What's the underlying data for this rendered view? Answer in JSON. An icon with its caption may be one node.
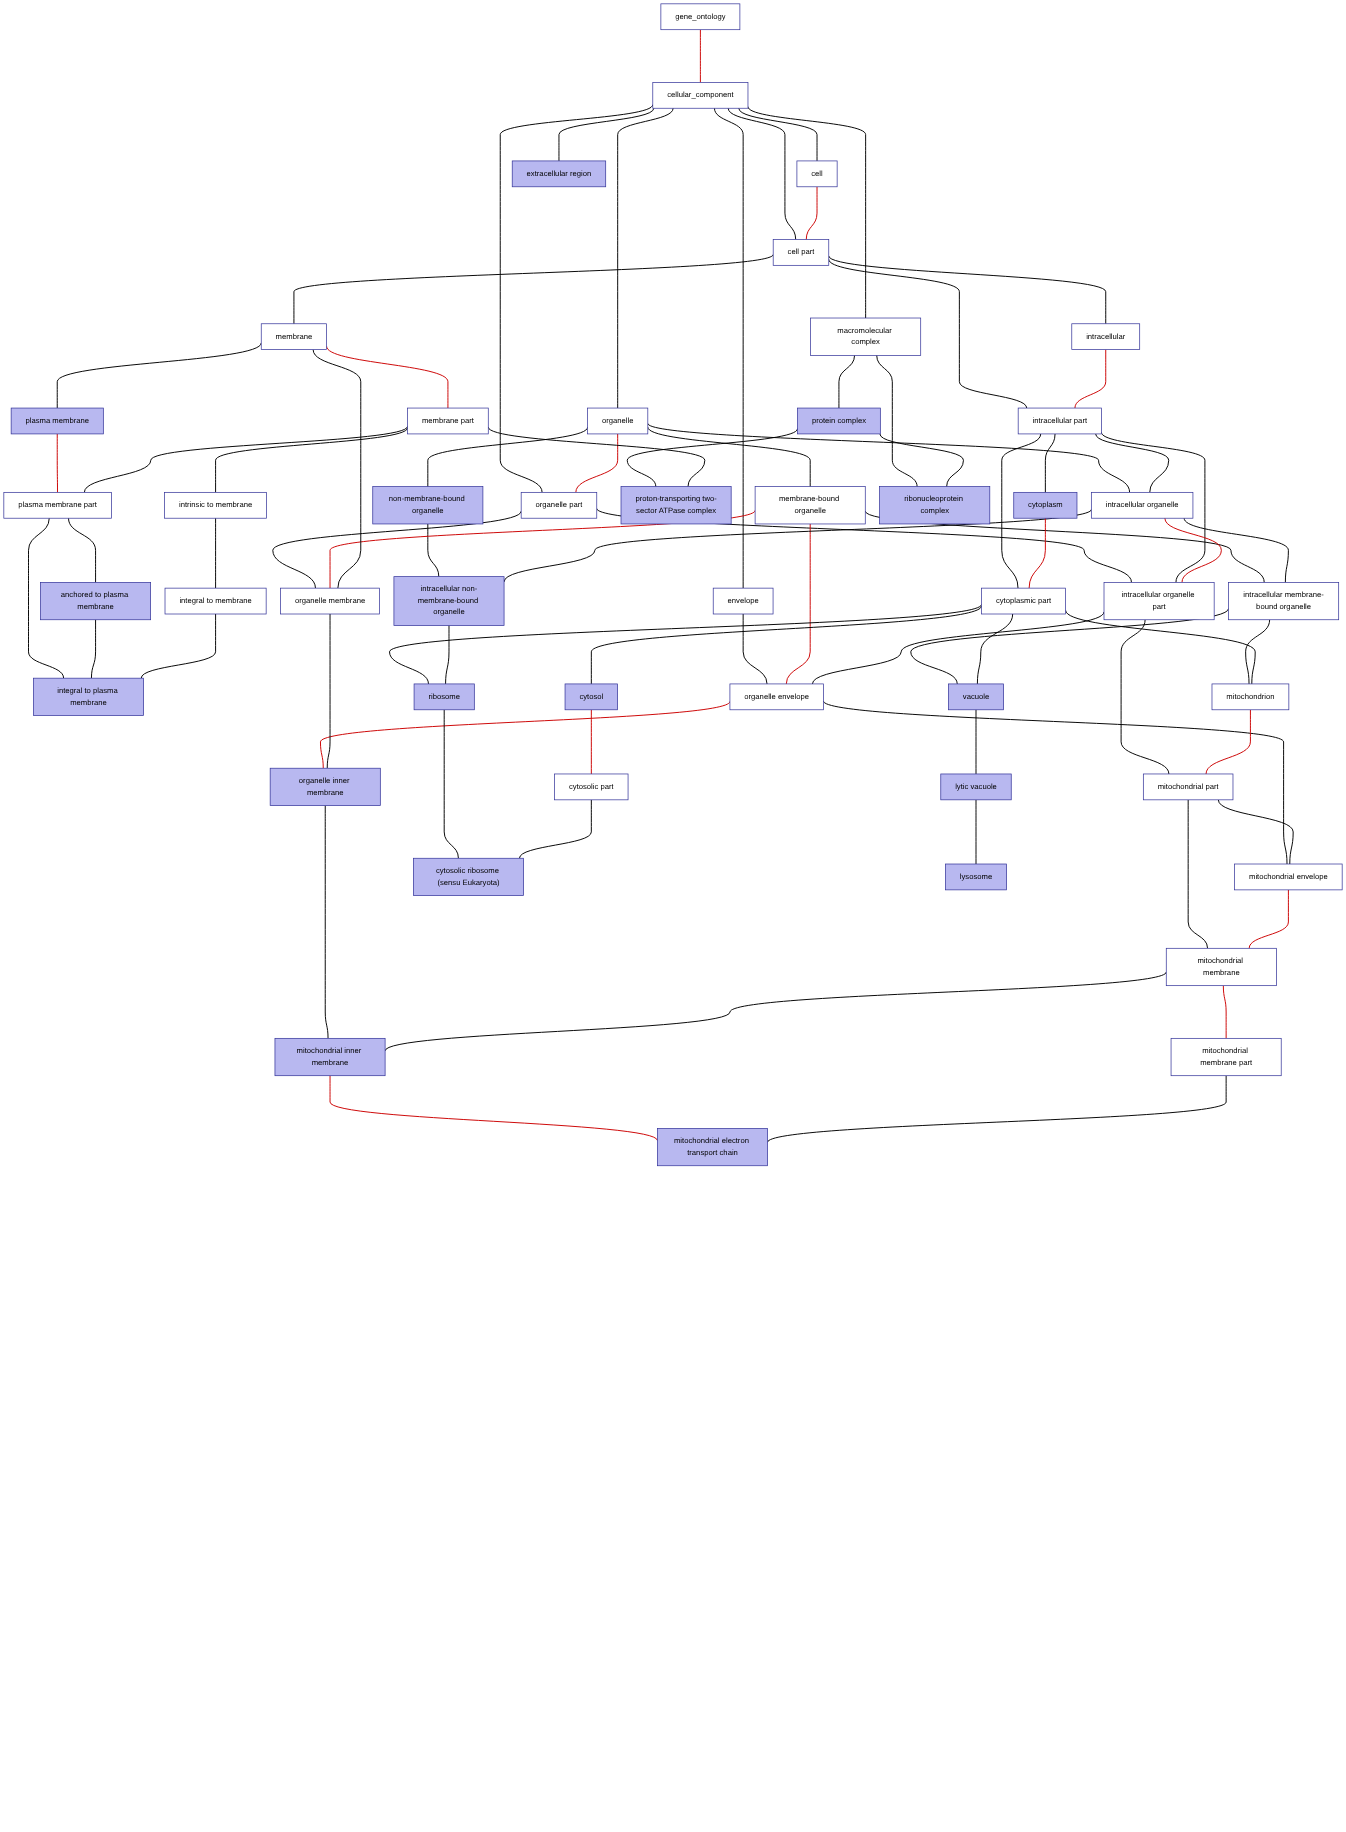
{
  "diagram": {
    "nodes": [
      {
        "text": [
          "gene_ontology"
        ]
      },
      {
        "text": [
          "cellular_component"
        ]
      },
      {
        "text": [
          "cell"
        ]
      },
      {
        "text": [
          "macromolecular complex"
        ]
      },
      {
        "text": [
          "extracellular region"
        ]
      },
      {
        "text": [
          "organelle"
        ]
      },
      {
        "text": [
          "envelope"
        ]
      },
      {
        "text": [
          "cell part"
        ]
      },
      {
        "text": [
          "protein complex"
        ]
      },
      {
        "text": [
          "organelle part"
        ]
      },
      {
        "text": [
          "non-membrane-bound organelle"
        ]
      },
      {
        "text": [
          "membrane-bound organelle"
        ]
      },
      {
        "text": [
          "membrane"
        ]
      },
      {
        "text": [
          "intracellular"
        ]
      },
      {
        "text": [
          "plasma membrane"
        ]
      },
      {
        "text": [
          "membrane part"
        ]
      },
      {
        "text": [
          "intracellular part"
        ]
      },
      {
        "text": [
          "organelle membrane"
        ]
      },
      {
        "text": [
          "plasma membrane part"
        ]
      },
      {
        "text": [
          "intrinsic to membrane"
        ]
      },
      {
        "text": [
          "proton-transporting two-sector ATPase complex"
        ]
      },
      {
        "text": [
          "intracellular organelle"
        ]
      },
      {
        "text": [
          "cytoplasm"
        ]
      },
      {
        "text": [
          "ribonucleoprotein complex"
        ]
      },
      {
        "text": [
          "anchored to plasma membrane"
        ]
      },
      {
        "text": [
          "integral to membrane"
        ]
      },
      {
        "text": [
          "intracellular organelle part"
        ]
      },
      {
        "text": [
          "intracellular membrane-bound organelle"
        ]
      },
      {
        "text": [
          "cytoplasmic part"
        ]
      },
      {
        "text": [
          "intracellular non-membrane-bound organelle"
        ]
      },
      {
        "text": [
          "integral to plasma membrane"
        ]
      },
      {
        "text": [
          "organelle envelope"
        ]
      },
      {
        "text": [
          "mitochondrion"
        ]
      },
      {
        "text": [
          "cytosol"
        ]
      },
      {
        "text": [
          "vacuole"
        ]
      },
      {
        "text": [
          "ribosome"
        ]
      },
      {
        "text": [
          "mitochondrial part"
        ]
      },
      {
        "text": [
          "organelle inner membrane"
        ]
      },
      {
        "text": [
          "cytosolic part"
        ]
      },
      {
        "text": [
          "lytic vacuole"
        ]
      },
      {
        "text": [
          "mitochondrial envelope"
        ]
      },
      {
        "text": [
          "cytosolic ribosome (sensu Eukaryota)"
        ]
      },
      {
        "text": [
          "lysosome"
        ]
      },
      {
        "text": [
          "mitochondrial membrane"
        ]
      },
      {
        "text": [
          "mitochondrial inner membrane"
        ]
      },
      {
        "text": [
          "mitochondrial membrane part"
        ]
      },
      {
        "text": [
          "mitochondrial electron transport chain"
        ]
      }
    ],
    "edges": [
      {
        "from": 0,
        "to": 1,
        "arrow": "none",
        "color": "#cc0000"
      },
      {
        "from": 1,
        "to": 2,
        "arrow": "none"
      },
      {
        "from": 1,
        "to": 3,
        "arrow": "none"
      },
      {
        "from": 1,
        "to": 4,
        "arrow": "none"
      },
      {
        "from": 1,
        "to": 5,
        "arrow": "none"
      },
      {
        "from": 1,
        "to": 6,
        "arrow": "none"
      },
      {
        "from": 1,
        "to": 7,
        "arrow": "none"
      },
      {
        "from": 1,
        "to": 9,
        "arrow": "none"
      },
      {
        "from": 2,
        "to": 7,
        "arrow": "none",
        "color": "#cc0000"
      },
      {
        "from": 3,
        "to": 8,
        "arrow": "none"
      },
      {
        "from": 3,
        "to": 23,
        "arrow": "none"
      },
      {
        "from": 5,
        "to": 9,
        "arrow": "none",
        "color": "#cc0000"
      },
      {
        "from": 5,
        "to": 10,
        "arrow": "none"
      },
      {
        "from": 5,
        "to": 11,
        "arrow": "none"
      },
      {
        "from": 5,
        "to": 21,
        "arrow": "none"
      },
      {
        "from": 6,
        "to": 31,
        "arrow": "none"
      },
      {
        "from": 7,
        "to": 12,
        "arrow": "none"
      },
      {
        "from": 7,
        "to": 13,
        "arrow": "none"
      },
      {
        "from": 7,
        "to": 16,
        "arrow": "none"
      },
      {
        "from": 8,
        "to": 20,
        "arrow": "none"
      },
      {
        "from": 8,
        "to": 23,
        "arrow": "none"
      },
      {
        "from": 9,
        "to": 17,
        "arrow": "none"
      },
      {
        "from": 9,
        "to": 26,
        "arrow": "none"
      },
      {
        "from": 10,
        "to": 29,
        "arrow": "none"
      },
      {
        "from": 11,
        "to": 17,
        "arrow": "none",
        "color": "#cc0000"
      },
      {
        "from": 11,
        "to": 27,
        "arrow": "none"
      },
      {
        "from": 11,
        "to": 31,
        "arrow": "none",
        "color": "#cc0000"
      },
      {
        "from": 12,
        "to": 14,
        "arrow": "none"
      },
      {
        "from": 12,
        "to": 15,
        "arrow": "none",
        "color": "#cc0000"
      },
      {
        "from": 12,
        "to": 17,
        "arrow": "none"
      },
      {
        "from": 13,
        "to": 16,
        "arrow": "none",
        "color": "#cc0000"
      },
      {
        "from": 14,
        "to": 18,
        "arrow": "none",
        "color": "#cc0000"
      },
      {
        "from": 15,
        "to": 18,
        "arrow": "none"
      },
      {
        "from": 15,
        "to": 19,
        "arrow": "none"
      },
      {
        "from": 15,
        "to": 20,
        "arrow": "none"
      },
      {
        "from": 16,
        "to": 21,
        "arrow": "none"
      },
      {
        "from": 16,
        "to": 22,
        "arrow": "none"
      },
      {
        "from": 16,
        "to": 26,
        "arrow": "none"
      },
      {
        "from": 16,
        "to": 28,
        "arrow": "none"
      },
      {
        "from": 18,
        "to": 24,
        "arrow": "none"
      },
      {
        "from": 18,
        "to": 30,
        "arrow": "none"
      },
      {
        "from": 19,
        "to": 25,
        "arrow": "none"
      },
      {
        "from": 21,
        "to": 26,
        "arrow": "none",
        "color": "#cc0000"
      },
      {
        "from": 21,
        "to": 27,
        "arrow": "none"
      },
      {
        "from": 21,
        "to": 29,
        "arrow": "none"
      },
      {
        "from": 22,
        "to": 28,
        "arrow": "none",
        "color": "#cc0000"
      },
      {
        "from": 24,
        "to": 30,
        "arrow": "none"
      },
      {
        "from": 25,
        "to": 30,
        "arrow": "none"
      },
      {
        "from": 26,
        "to": 31,
        "arrow": "none"
      },
      {
        "from": 26,
        "to": 36,
        "arrow": "none"
      },
      {
        "from": 27,
        "to": 32,
        "arrow": "none"
      },
      {
        "from": 27,
        "to": 34,
        "arrow": "none"
      },
      {
        "from": 28,
        "to": 32,
        "arrow": "none"
      },
      {
        "from": 28,
        "to": 33,
        "arrow": "none"
      },
      {
        "from": 28,
        "to": 34,
        "arrow": "none"
      },
      {
        "from": 28,
        "to": 35,
        "arrow": "none"
      },
      {
        "from": 29,
        "to": 35,
        "arrow": "none"
      },
      {
        "from": 31,
        "to": 37,
        "arrow": "none",
        "color": "#cc0000"
      },
      {
        "from": 31,
        "to": 40,
        "arrow": "none"
      },
      {
        "from": 32,
        "to": 36,
        "arrow": "none",
        "color": "#cc0000"
      },
      {
        "from": 33,
        "to": 38,
        "arrow": "none",
        "color": "#cc0000"
      },
      {
        "from": 34,
        "to": 39,
        "arrow": "none"
      },
      {
        "from": 35,
        "to": 41,
        "arrow": "none"
      },
      {
        "from": 36,
        "to": 40,
        "arrow": "none"
      },
      {
        "from": 36,
        "to": 43,
        "arrow": "none"
      },
      {
        "from": 17,
        "to": 37,
        "arrow": "none"
      },
      {
        "from": 37,
        "to": 44,
        "arrow": "none"
      },
      {
        "from": 38,
        "to": 41,
        "arrow": "none"
      },
      {
        "from": 39,
        "to": 42,
        "arrow": "none"
      },
      {
        "from": 40,
        "to": 43,
        "arrow": "none",
        "color": "#cc0000"
      },
      {
        "from": 43,
        "to": 44,
        "arrow": "none"
      },
      {
        "from": 43,
        "to": 45,
        "arrow": "none",
        "color": "#cc0000"
      },
      {
        "from": 44,
        "to": 46,
        "arrow": "none",
        "color": "#cc0000"
      },
      {
        "from": 45,
        "to": 46,
        "arrow": "none"
      }
    ]
  }
}
